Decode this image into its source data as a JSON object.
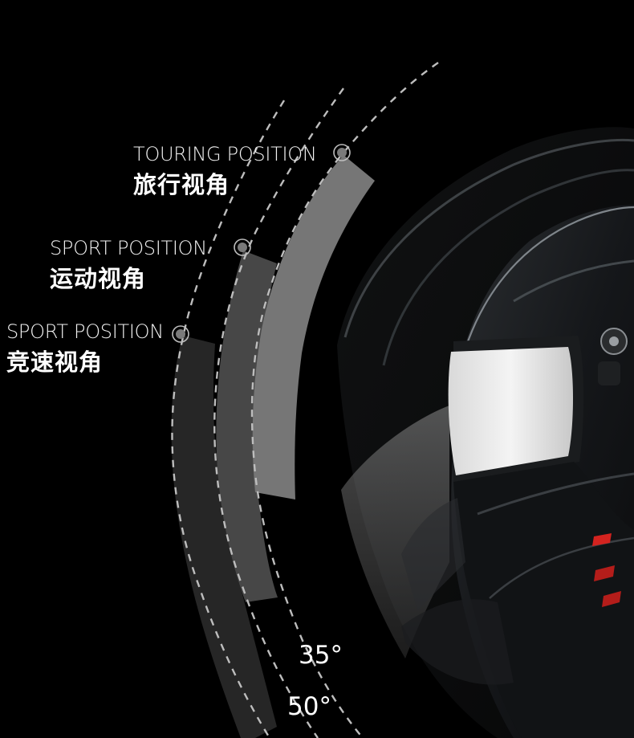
{
  "positions": [
    {
      "label_en": "TOURING POSITION",
      "label_cn": "旅行视角",
      "marker": "circle-marker",
      "band_color": "#7a7a7a"
    },
    {
      "label_en": "SPORT POSITION",
      "label_cn": "运动视角",
      "marker": "circle-marker",
      "band_color": "#4a4a4a"
    },
    {
      "label_en": "SPORT POSITION",
      "label_cn": "竞速视角",
      "marker": "circle-marker",
      "band_color": "#2a2a2a"
    }
  ],
  "angles": [
    {
      "value": "35°"
    },
    {
      "value": "50°"
    }
  ],
  "colors": {
    "background": "#000000",
    "dash": "#bdbdbd",
    "text": "#ffffff",
    "accent_red": "#d4231f"
  },
  "product": {
    "icon": "helmet-illustration"
  }
}
